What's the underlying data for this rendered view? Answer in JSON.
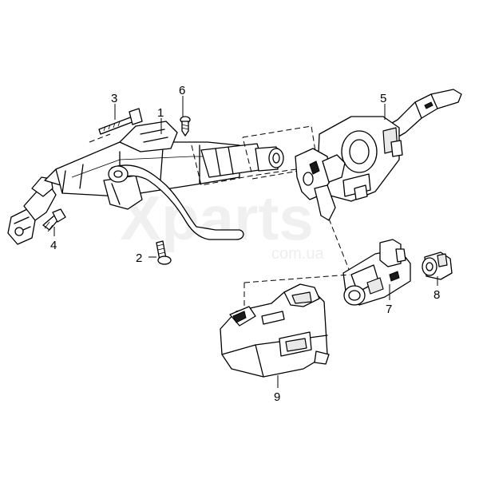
{
  "diagram": {
    "watermark": {
      "main": "Xparts",
      "sub": "com.ua"
    },
    "callouts": [
      {
        "id": "1",
        "label": "1"
      },
      {
        "id": "2",
        "label": "2"
      },
      {
        "id": "3",
        "label": "3"
      },
      {
        "id": "4",
        "label": "4"
      },
      {
        "id": "5",
        "label": "5"
      },
      {
        "id": "6",
        "label": "6"
      },
      {
        "id": "7",
        "label": "7"
      },
      {
        "id": "8",
        "label": "8"
      },
      {
        "id": "9",
        "label": "9"
      }
    ]
  }
}
